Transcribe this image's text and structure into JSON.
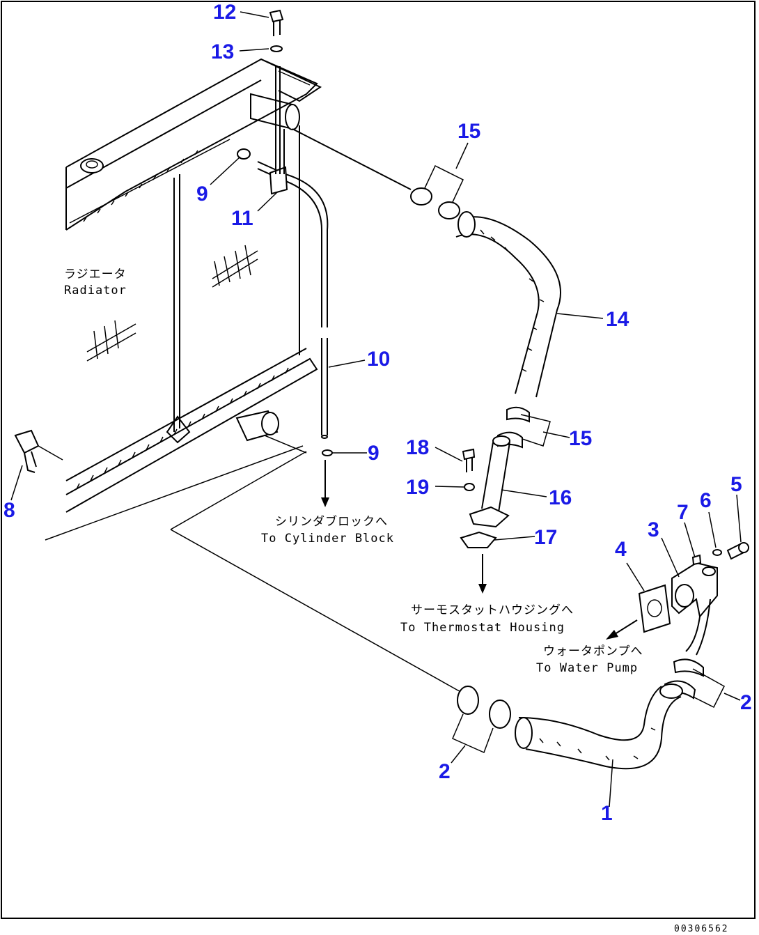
{
  "callouts": [
    "1",
    "2",
    "2",
    "3",
    "4",
    "5",
    "6",
    "7",
    "8",
    "9",
    "9",
    "10",
    "11",
    "12",
    "13",
    "14",
    "15",
    "15",
    "16",
    "17",
    "18",
    "19"
  ],
  "captions": {
    "radiator_jp": "ラジエータ",
    "radiator_en": "Radiator",
    "cylinder_jp": "シリンダブロックへ",
    "cylinder_en": "To Cylinder Block",
    "thermostat_jp": "サーモスタットハウジングへ",
    "thermostat_en": "To Thermostat Housing",
    "waterpump_jp": "ウォータポンプへ",
    "waterpump_en": "To Water Pump"
  },
  "drawing_code": "00306562",
  "colors": {
    "callout": "#1a1ae6",
    "line": "#000000",
    "background": "#ffffff"
  }
}
